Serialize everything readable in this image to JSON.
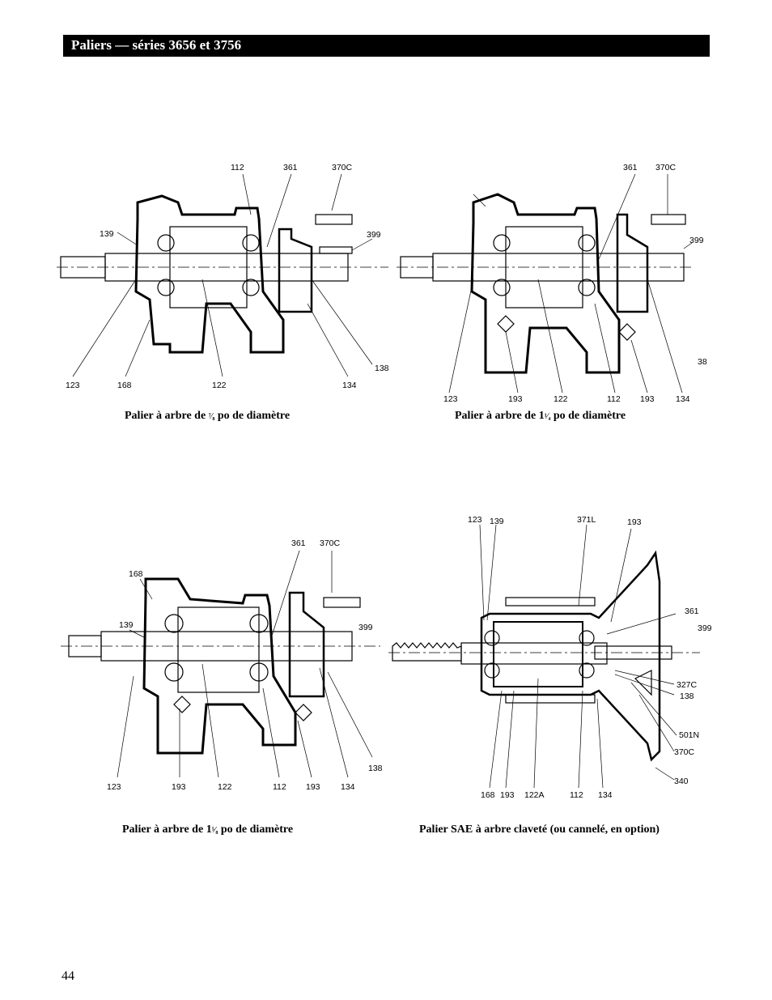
{
  "header": {
    "title": "Paliers — séries 3656 et 3756"
  },
  "figures": [
    {
      "caption": {
        "prefix": "Palier à arbre de ",
        "whole": "",
        "fraction": "⁷⁄₈",
        "suffix": " po de diamètre"
      },
      "callouts": [
        "112",
        "361",
        "370C",
        "139",
        "399",
        "138",
        "123",
        "168",
        "122",
        "134"
      ]
    },
    {
      "caption": {
        "prefix": "Palier à arbre de ",
        "whole": "1",
        "fraction": "¹⁄₄",
        "suffix": " po de diamètre"
      },
      "callouts": [
        "361",
        "370C",
        "399",
        "38",
        "123",
        "193",
        "122",
        "112",
        "193",
        "134"
      ]
    },
    {
      "caption": {
        "prefix": "Palier à arbre de ",
        "whole": "1",
        "fraction": "⁵⁄₈",
        "suffix": " po de diamètre"
      },
      "callouts": [
        "361",
        "370C",
        "168",
        "139",
        "399",
        "138",
        "123",
        "193",
        "122",
        "112",
        "193",
        "134"
      ]
    },
    {
      "caption": {
        "text": "Palier SAE à arbre claveté (ou cannelé, en option)"
      },
      "callouts": [
        "123",
        "139",
        "371L",
        "193",
        "361",
        "399",
        "327C",
        "138",
        "501N",
        "370C",
        "340",
        "168",
        "193",
        "122A",
        "112",
        "134"
      ]
    }
  ],
  "page_number": "44"
}
